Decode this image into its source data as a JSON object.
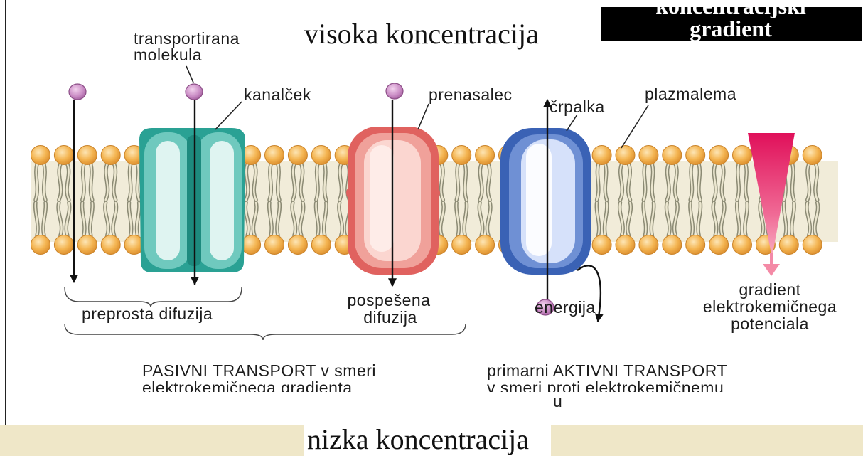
{
  "header": {
    "top_label": "visoka koncentracija",
    "gradient_box": {
      "line1": "koncentracijski",
      "line2": "gradient"
    }
  },
  "footer": {
    "bottom_label": "nizka koncentracija"
  },
  "labels": {
    "transported_molecule": [
      "transportirana",
      "molekula"
    ],
    "channel": "kanalček",
    "carrier": "prenasalec",
    "pump": "črpalka",
    "membrane": "plazmalema",
    "simple_diffusion": "preprosta difuzija",
    "facilitated_diffusion": [
      "pospešena",
      "difuzija"
    ],
    "energy": "energija",
    "gradient_potential": [
      "gradient",
      "elektrokemičnega",
      "potenciala"
    ],
    "passive_transport": [
      "PASIVNI TRANSPORT v smeri",
      "elektrokemičnega gradienta"
    ],
    "active_transport": [
      "primarni AKTIVNI TRANSPORT",
      "v smeri proti elektrokemičnemu",
      "u"
    ]
  },
  "colors": {
    "lipid_head": "#f2b04e",
    "lipid_tail": "#8b8a74",
    "channel": "#2aa194",
    "carrier": "#e0625f",
    "pump": "#3a62b5",
    "gradient_arrow": "#e0105a",
    "molecule": "#c07bb8",
    "footer_band": "#efe7c8",
    "gradient_box": "#000000"
  }
}
